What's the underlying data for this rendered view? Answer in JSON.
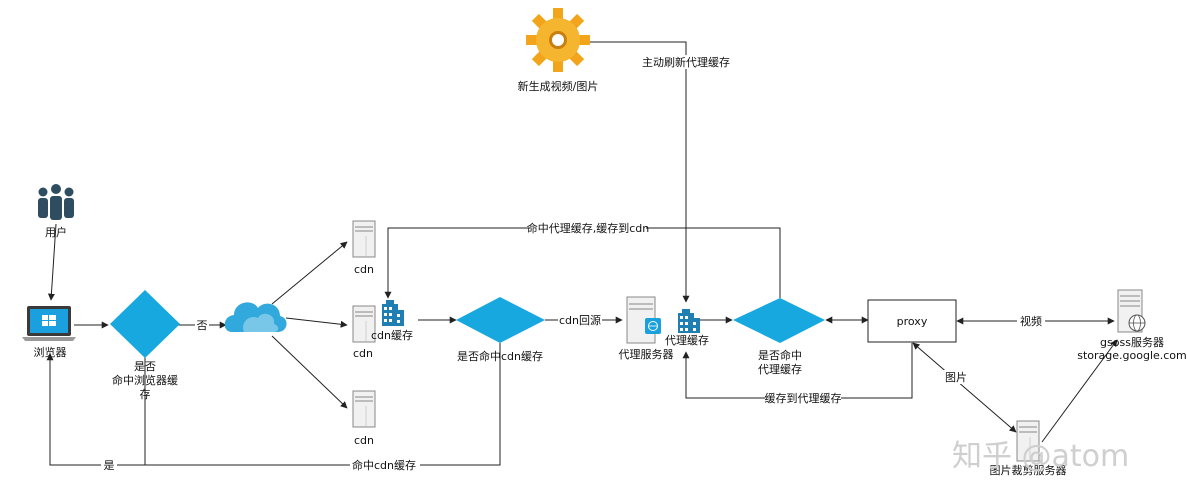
{
  "colors": {
    "diamond": "#18a8e0",
    "user": "#2f4d61",
    "laptop_screen": "#1aa0de",
    "server_fill": "#f1f1f1",
    "server_stroke": "#888888",
    "cache_icon": "#1f7fb3",
    "gear": "#f2a51b",
    "cloud": "#31a9dc"
  },
  "nodes": {
    "generator": {
      "label": "新生成视频/图片",
      "icon": "gear-icon"
    },
    "user": {
      "label": "用户",
      "icon": "users-icon"
    },
    "browser": {
      "label": "浏览器",
      "icon": "laptop-icon"
    },
    "browser_check": {
      "label_line1": "是否",
      "label_line2": "命中浏览器缓",
      "label_line3": "存"
    },
    "cdn_cloud": {
      "icon": "cloud-icon"
    },
    "cdn_top": {
      "label": "cdn"
    },
    "cdn_mid": {
      "label": "cdn"
    },
    "cdn_cache": {
      "label": "cdn缓存"
    },
    "cdn_bottom": {
      "label": "cdn"
    },
    "cdn_check": {
      "label": "是否命中cdn缓存"
    },
    "proxy_server": {
      "label": "代理服务器"
    },
    "proxy_cache": {
      "label": "代理缓存"
    },
    "proxy_check": {
      "label_line1": "是否命中",
      "label_line2": "代理缓存"
    },
    "proxy": {
      "label": "proxy"
    },
    "gsoss": {
      "label_line1": "gsoss服务器",
      "label_line2": "storage.google.com"
    },
    "cropper": {
      "label": "图片裁剪服务器"
    }
  },
  "edges": {
    "refresh": "主动刷新代理缓存",
    "proxy_hit_to_cdn": "命中代理缓存,缓存到cdn",
    "browser_no": "否",
    "browser_yes": "是",
    "cdn_hit": "命中cdn缓存",
    "cdn_origin": "cdn回源",
    "cache_to_proxy": "缓存到代理缓存",
    "video": "视频",
    "image": "图片"
  },
  "watermark": "知乎 @atom"
}
